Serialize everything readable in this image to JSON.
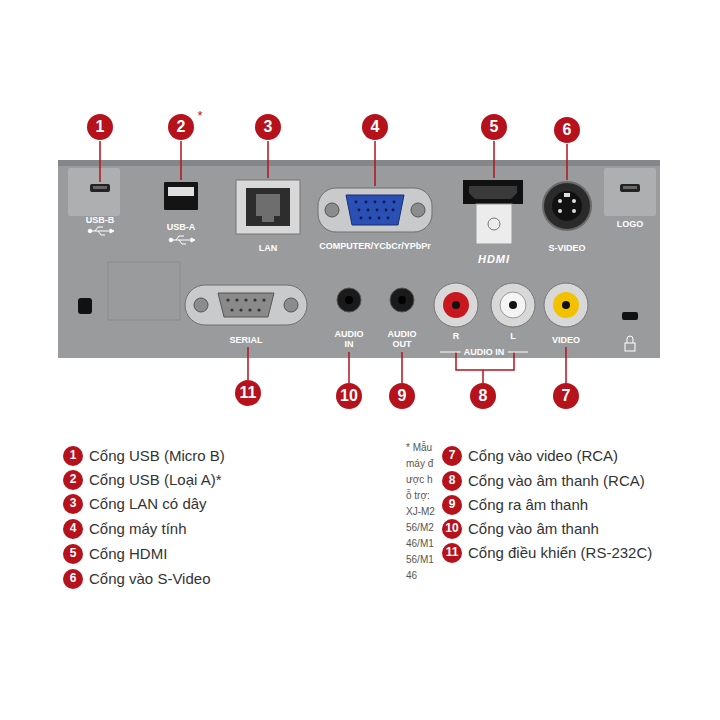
{
  "diagram": {
    "labels": [
      "1",
      "2",
      "*",
      "3",
      "4",
      "5",
      "6",
      "USB-B",
      "USB-A",
      "LAN",
      "COMPUTER/YCbCr/YPbPr",
      "HDMI",
      "S-VIDEO",
      "LOGO",
      "SERIAL",
      "AUDIO IN",
      "AUDIO OUT",
      "R",
      "L",
      "AUDIO IN",
      "VIDEO",
      "11",
      "10",
      "9",
      "8",
      "7",
      "1",
      "Cổng USB (Micro B)",
      "2",
      "Cổng USB (Loại A)*",
      "3",
      "Cổng LAN có dây",
      "4",
      "Cổng máy tính",
      "5",
      "Cổng HDMI",
      "6",
      "Cổng vào S-Video",
      "* Mẫu máy được hỗ trợ: XJ-M256/M246/M156/M146",
      "7",
      "Cổng vào video (RCA)",
      "8",
      "Cổng vào âm thanh (RCA)",
      "9",
      "Cổng ra âm thanh",
      "10",
      "Cổng vào âm thanh",
      "11",
      "Cổng điều khiển (RS-232C)"
    ]
  }
}
